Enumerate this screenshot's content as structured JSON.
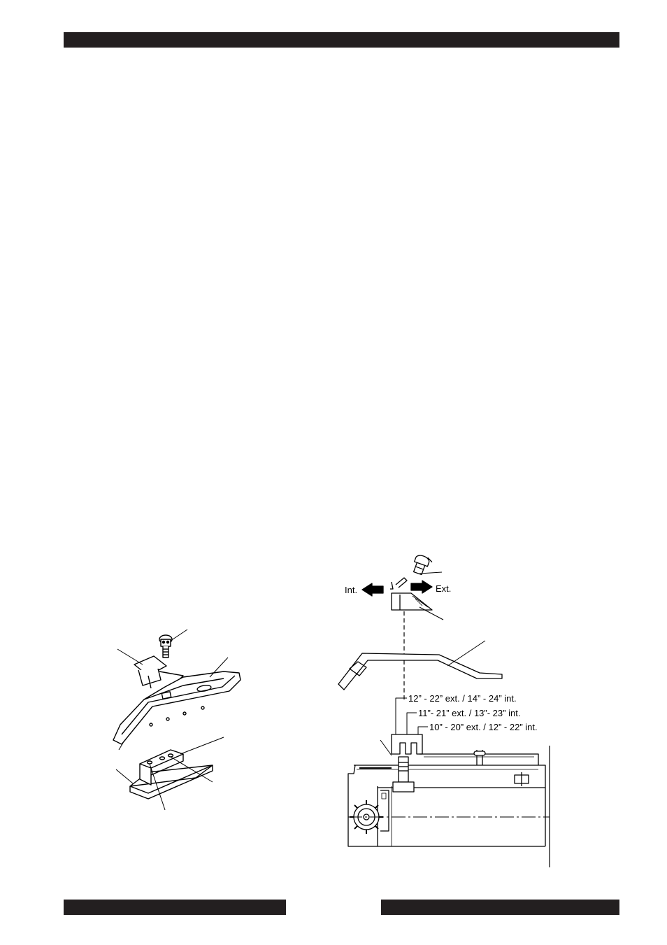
{
  "diagram": {
    "direction_labels": {
      "interior": "Int.",
      "exterior": "Ext."
    },
    "size_ranges": [
      "12” - 22” ext. / 14” - 24” int.",
      "11”- 21” ext. / 13”- 23” int.",
      "10” - 20” ext. / 12” - 22” int."
    ]
  }
}
